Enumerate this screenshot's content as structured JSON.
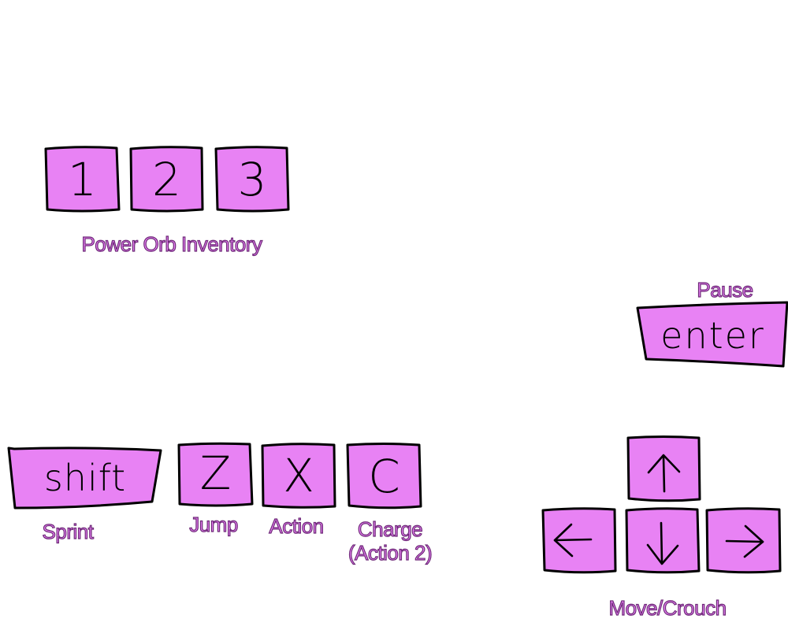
{
  "colors": {
    "key_fill": "#e882f4",
    "label_fill": "#e882f4",
    "label_outline": "#6e2a78",
    "outline": "#000000"
  },
  "inventory": {
    "keys": [
      "1",
      "2",
      "3"
    ],
    "label": "Power Orb Inventory"
  },
  "pause": {
    "key": "enter",
    "label": "Pause"
  },
  "actions": {
    "shift": {
      "key": "shift",
      "label": "Sprint"
    },
    "z": {
      "key": "Z",
      "label": "Jump"
    },
    "x": {
      "key": "X",
      "label": "Action"
    },
    "c": {
      "key": "C",
      "label_line1": "Charge",
      "label_line2": "(Action 2)"
    }
  },
  "movement": {
    "icons": [
      "arrow-up-icon",
      "arrow-left-icon",
      "arrow-down-icon",
      "arrow-right-icon"
    ],
    "label": "Move/Crouch"
  }
}
